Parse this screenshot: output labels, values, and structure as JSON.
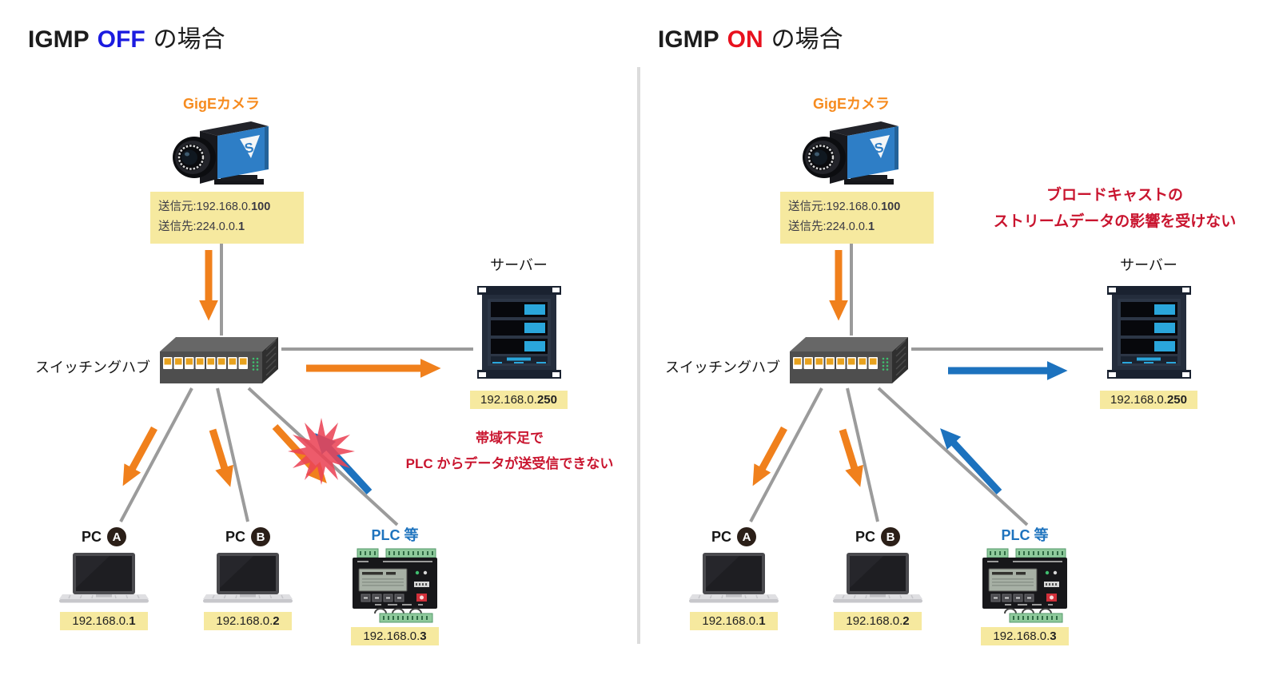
{
  "colors": {
    "stream_orange": "#F0801C",
    "unicast_blue": "#1C72BE",
    "wire_gray": "#9B9B9B",
    "collision_red": "#EA4456",
    "label_bg_yellow": "#F6E99F",
    "note_red": "#C9152F",
    "status_off_blue": "#1B1BE0",
    "status_on_red": "#E8111E"
  },
  "panels": [
    {
      "id": "igmp-off",
      "title": {
        "prefix": "IGMP",
        "status": "OFF",
        "suffix": "の場合",
        "status_color": "#1B1BE0"
      },
      "camera": {
        "label": "GigEカメラ",
        "source_label": "送信元:",
        "source_ip": "192.168.0.",
        "source_ip_bold": "100",
        "dest_label": "送信先:",
        "dest_ip": "224.0.0.",
        "dest_ip_bold": "1"
      },
      "hub_label": "スイッチングハブ",
      "server": {
        "label": "サーバー",
        "ip": "192.168.0.",
        "ip_bold": "250"
      },
      "note_line1": "帯域不足で",
      "note_line2": "PLC からデータが送受信できない",
      "pc_a": {
        "name": "PC",
        "badge": "A",
        "ip": "192.168.0.",
        "ip_bold": "1"
      },
      "pc_b": {
        "name": "PC",
        "badge": "B",
        "ip": "192.168.0.",
        "ip_bold": "2"
      },
      "plc": {
        "name": "PLC 等",
        "ip": "192.168.0.",
        "ip_bold": "3"
      }
    },
    {
      "id": "igmp-on",
      "title": {
        "prefix": "IGMP",
        "status": "ON",
        "suffix": "の場合",
        "status_color": "#E8111E"
      },
      "camera": {
        "label": "GigEカメラ",
        "source_label": "送信元:",
        "source_ip": "192.168.0.",
        "source_ip_bold": "100",
        "dest_label": "送信先:",
        "dest_ip": "224.0.0.",
        "dest_ip_bold": "1"
      },
      "hub_label": "スイッチングハブ",
      "server": {
        "label": "サーバー",
        "ip": "192.168.0.",
        "ip_bold": "250"
      },
      "note_line1": "ブロードキャストの",
      "note_line2": "ストリームデータの影響を受けない",
      "pc_a": {
        "name": "PC",
        "badge": "A",
        "ip": "192.168.0.",
        "ip_bold": "1"
      },
      "pc_b": {
        "name": "PC",
        "badge": "B",
        "ip": "192.168.0.",
        "ip_bold": "2"
      },
      "plc": {
        "name": "PLC 等",
        "ip": "192.168.0.",
        "ip_bold": "3"
      }
    }
  ]
}
